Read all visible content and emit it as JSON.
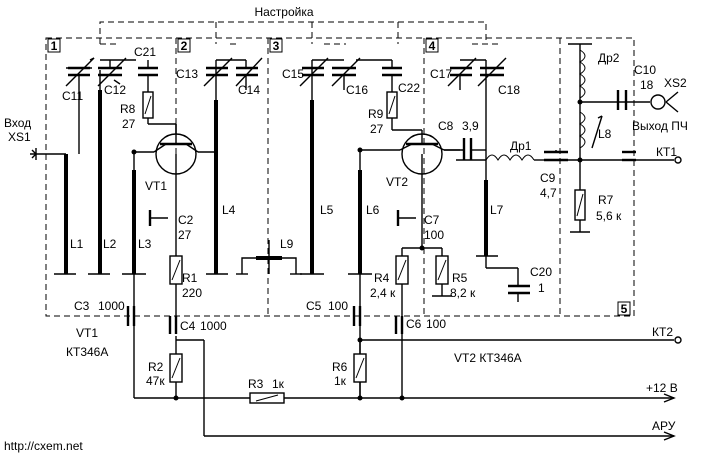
{
  "header": {
    "tuning_label": "Настройка"
  },
  "sections": [
    "1",
    "2",
    "3",
    "4",
    "5"
  ],
  "io": {
    "input_label": "Вход",
    "input_conn": "XS1",
    "output_conn": "XS2",
    "output_label": "Выход ПЧ",
    "kt1": "КТ1",
    "kt2": "КТ2",
    "supply": "+12 В",
    "agc": "АРУ"
  },
  "caps": {
    "c11": "C11",
    "c12": "C12",
    "c13": "C13",
    "c14": "C14",
    "c15": "C15",
    "c16": "C16",
    "c17": "C17",
    "c18": "C18",
    "c21": "C21",
    "c22": "C22",
    "c2": "C2",
    "c2v": "27",
    "c7": "C7",
    "c7v": "100",
    "c8": "C8",
    "c8v": "3,9",
    "c9": "C9",
    "c9v": "4,7",
    "c10": "C10",
    "c10v": "18",
    "c20": "C20",
    "c20v": "1",
    "c3": "C3",
    "c3v": "1000",
    "c4": "C4",
    "c4v": "1000",
    "c5": "C5",
    "c5v": "100",
    "c6": "C6",
    "c6v": "100"
  },
  "inductors": {
    "l1": "L1",
    "l2": "L2",
    "l3": "L3",
    "l4": "L4",
    "l5": "L5",
    "l6": "L6",
    "l7": "L7",
    "l8": "L8",
    "l9": "L9",
    "dr1": "Др1",
    "dr2": "Др2"
  },
  "resistors": {
    "r1": "R1",
    "r1v": "220",
    "r2": "R2",
    "r2v": "47к",
    "r3": "R3",
    "r3v": "1к",
    "r4": "R4",
    "r4v": "2,4 к",
    "r5": "R5",
    "r5v": "8,2 к",
    "r6": "R6",
    "r6v": "1к",
    "r7": "R7",
    "r7v": "5,6 к",
    "r8": "R8",
    "r8v": "27",
    "r9": "R9",
    "r9v": "27"
  },
  "transistors": {
    "vt1": "VT1",
    "vt2": "VT2",
    "vt1_note_name": "VT1",
    "vt1_note_type": "КТ346А",
    "vt2_note": "VT2  КТ346А"
  },
  "footer": {
    "url": "http://cxem.net"
  }
}
